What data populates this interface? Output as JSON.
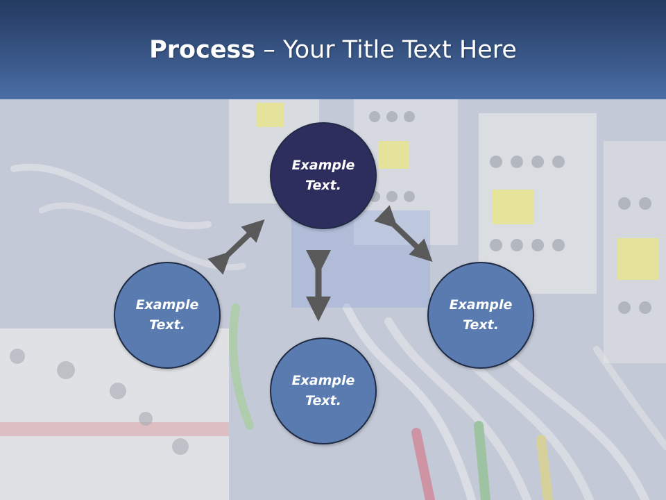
{
  "slide": {
    "title_bold": "Process",
    "title_rest": " – Your Title Text Here"
  },
  "nodes": {
    "top": {
      "text": "Example Text.",
      "color": "#2e2e5e"
    },
    "left": {
      "text": "Example Text.",
      "color": "#5a7bb0"
    },
    "bottom": {
      "text": "Example Text.",
      "color": "#5a7bb0"
    },
    "right": {
      "text": "Example Text.",
      "color": "#5a7bb0"
    }
  },
  "colors": {
    "header": "#34507e",
    "arrow": "#595959",
    "node_border": "#1f2a44"
  }
}
